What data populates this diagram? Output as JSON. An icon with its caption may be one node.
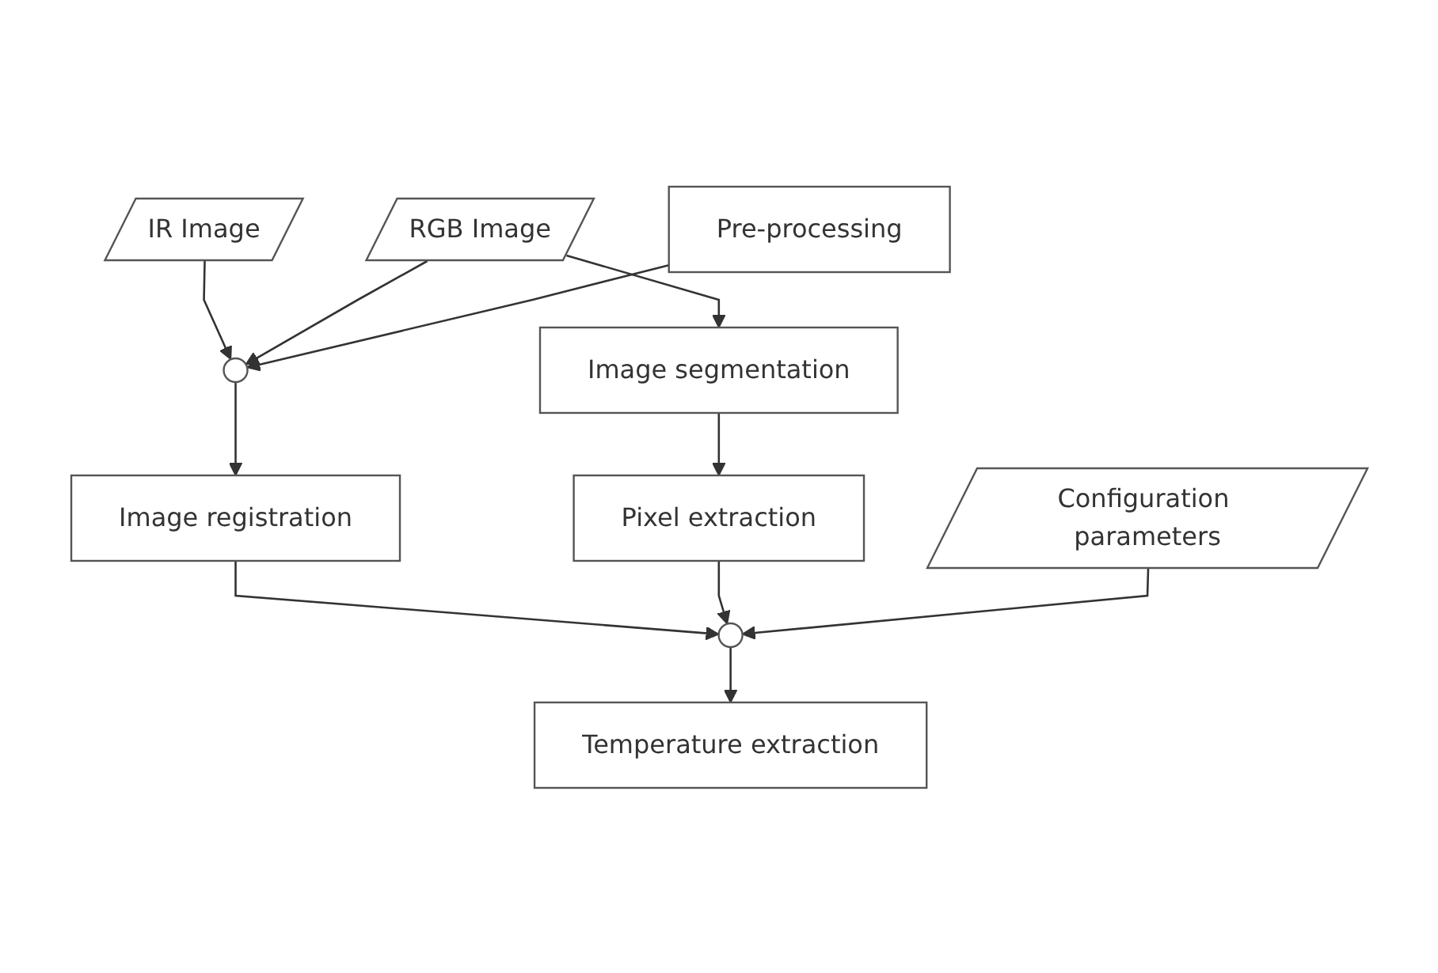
{
  "diagram": {
    "nodes": [
      {
        "text": [
          "IR Image"
        ]
      },
      {
        "text": [
          "RGB Image"
        ]
      },
      {
        "text": [
          "Configuration parameters"
        ]
      },
      {
        "text": [
          "Pre-processing"
        ]
      },
      {
        "text": [
          "Image segmentation"
        ]
      },
      {
        "text": [],
        "shape": "circle"
      },
      {
        "text": [
          "Image registration"
        ]
      },
      {
        "text": [
          "Pixel extraction"
        ]
      },
      {
        "text": [],
        "shape": "circle"
      },
      {
        "text": [
          "Temperature extraction"
        ]
      }
    ],
    "edges": [
      {
        "from": 0,
        "to": 5,
        "arrow": "to"
      },
      {
        "from": 1,
        "to": 5,
        "arrow": "to"
      },
      {
        "from": 1,
        "to": 4,
        "arrow": "to"
      },
      {
        "from": 3,
        "to": 5,
        "arrow": "to"
      },
      {
        "from": 5,
        "to": 6,
        "arrow": "to"
      },
      {
        "from": 4,
        "to": 7,
        "arrow": "to"
      },
      {
        "from": 6,
        "to": 8,
        "arrow": "to"
      },
      {
        "from": 7,
        "to": 8,
        "arrow": "to"
      },
      {
        "from": 2,
        "to": 8,
        "arrow": "to"
      },
      {
        "from": 8,
        "to": 9,
        "arrow": "to"
      }
    ]
  }
}
